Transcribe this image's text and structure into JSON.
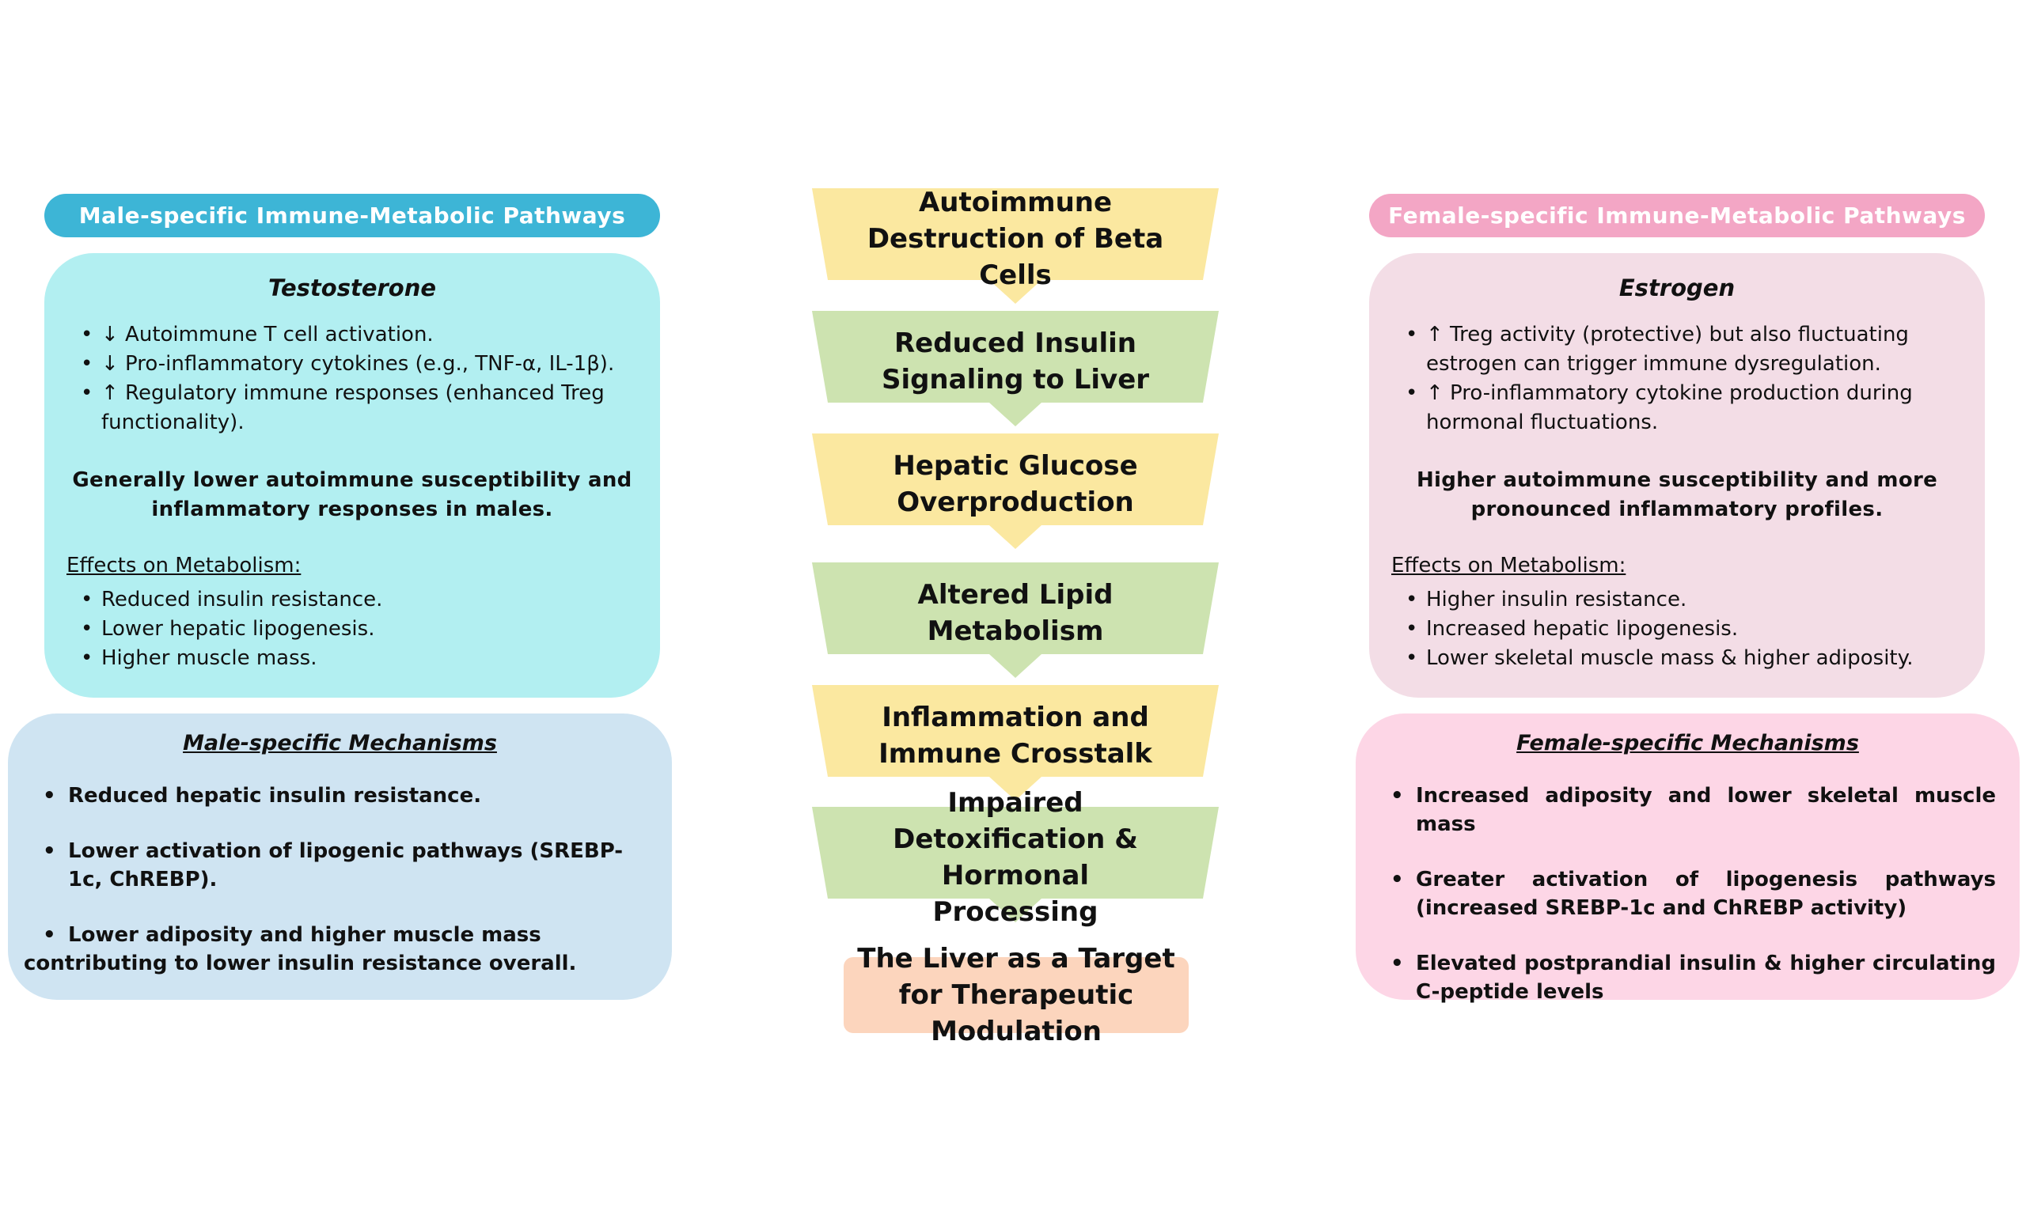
{
  "colors": {
    "male_accent": "#3db5d6",
    "male_panel": "#b2eff1",
    "male_mechanism_panel": "#cfe4f2",
    "female_accent": "#f3a6c5",
    "female_panel": "#f3dde6",
    "female_mechanism_panel": "#fdd6e6",
    "funnel_yellow": "#fbe8a0",
    "funnel_green": "#cde3b0",
    "target_box": "#fcd5bd"
  },
  "male": {
    "header": "Male-specific Immune-Metabolic Pathways",
    "hormone": "Testosterone",
    "bullets": [
      "↓ Autoimmune T cell activation.",
      "↓ Pro-inflammatory cytokines (e.g., TNF-α, IL-1β).",
      "↑ Regulatory immune responses (enhanced Treg functionality)."
    ],
    "summary": "Generally lower autoimmune susceptibility and inflammatory responses in males.",
    "effects_heading": "Effects on Metabolism:",
    "effects": [
      "Reduced insulin resistance.",
      "Lower hepatic lipogenesis.",
      "Higher muscle mass."
    ],
    "mechanisms_title": "Male-specific Mechanisms",
    "mechanisms": [
      "Reduced hepatic insulin resistance.",
      "Lower activation of lipogenic pathways (SREBP-1c, ChREBP).",
      "Lower adiposity and higher muscle mass contributing to lower insulin resistance overall."
    ],
    "mechanism_last_line1": "Lower adiposity and higher muscle mass",
    "mechanism_last_line2": "contributing to lower insulin resistance overall."
  },
  "female": {
    "header": "Female-specific Immune-Metabolic Pathways",
    "hormone": "Estrogen",
    "bullets": [
      "↑ Treg activity (protective) but also fluctuating estrogen can trigger immune dysregulation.",
      "↑ Pro-inflammatory cytokine production during hormonal fluctuations."
    ],
    "summary": "Higher autoimmune susceptibility and more pronounced inflammatory profiles.",
    "effects_heading": "Effects on Metabolism:",
    "effects": [
      "Higher insulin resistance.",
      "Increased hepatic lipogenesis.",
      "Lower skeletal muscle mass & higher adiposity."
    ],
    "mechanisms_title": "Female-specific Mechanisms",
    "mechanisms": [
      "Increased adiposity and lower skeletal muscle mass",
      "Greater activation of lipogenesis pathways (increased SREBP-1c and ChREBP activity)",
      "Elevated postprandial insulin & higher circulating C-peptide levels"
    ]
  },
  "funnel": {
    "stages": [
      "Autoimmune Destruction of Beta Cells",
      "Reduced Insulin Signaling to Liver",
      "Hepatic Glucose Overproduction",
      "Altered Lipid Metabolism",
      "Inflammation and Immune Crosstalk",
      "Impaired Detoxification & Hormonal Processing"
    ],
    "target": "The Liver as a Target for Therapeutic Modulation"
  },
  "bullet_glyph": "•"
}
